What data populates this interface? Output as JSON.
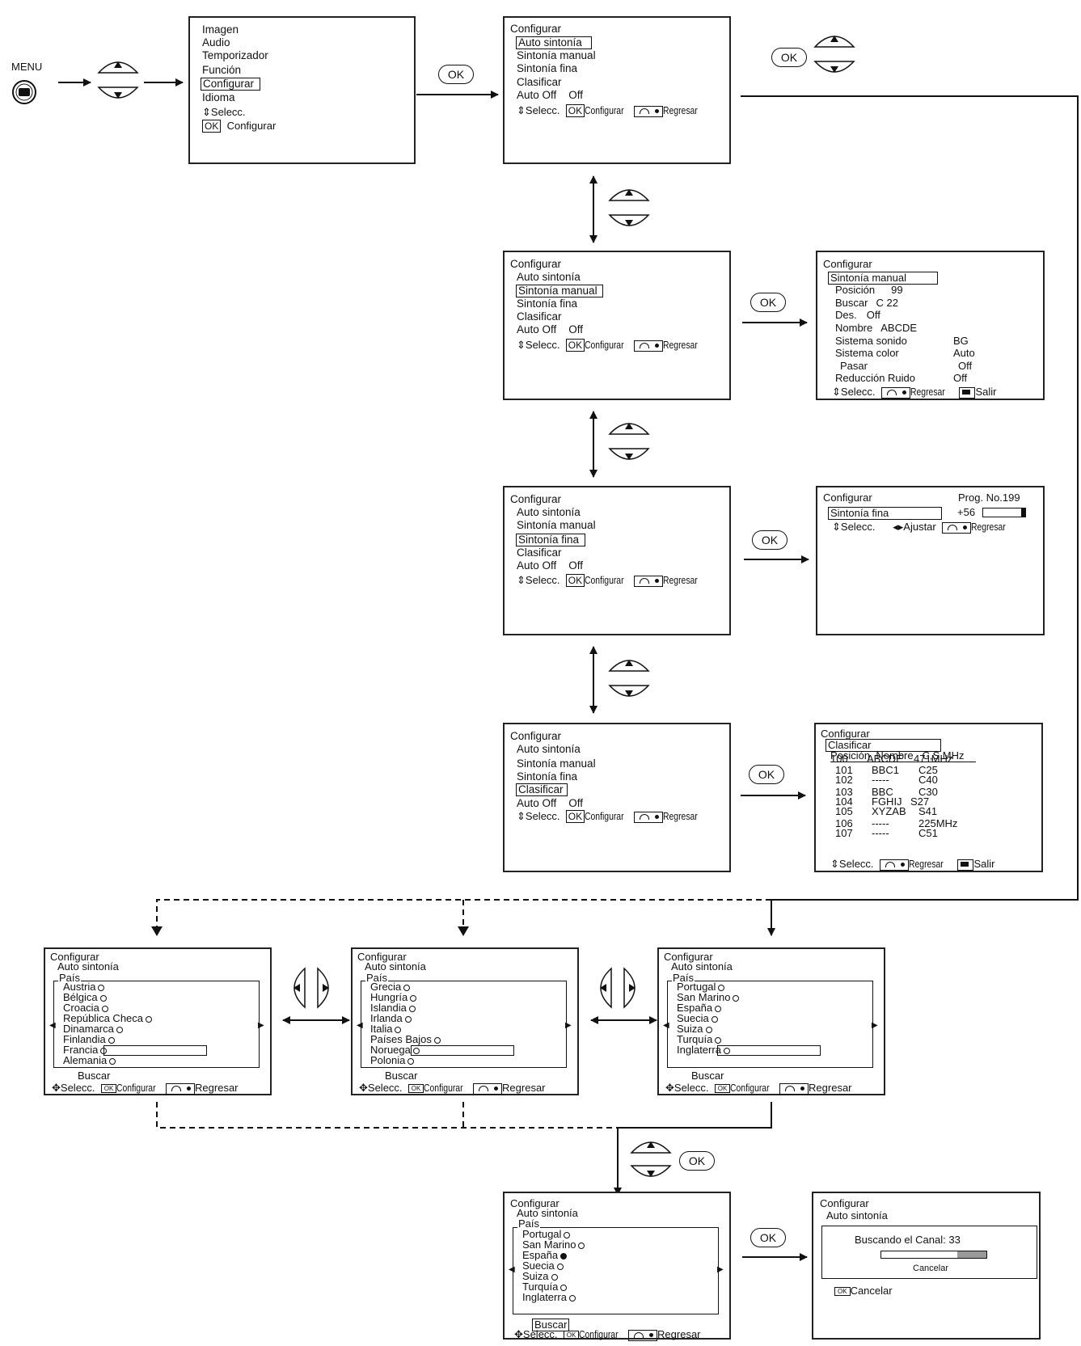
{
  "menu_label": "MENU",
  "ok_label": "OK",
  "common": {
    "configurar": "Configurar",
    "selecc": "Selecc.",
    "regresar": "Regresar",
    "salir": "Salir",
    "ajustar": "Ajustar",
    "buscar": "Buscar",
    "auto_sintonia": "Auto sintonía",
    "pais": "País"
  },
  "main_menu": {
    "items": [
      "Imagen",
      "Audio",
      "Temporizador",
      "Función",
      "Configurar",
      "Idioma"
    ],
    "selecc": "Selecc.",
    "ok_key": "OK",
    "ok_action": "Configurar"
  },
  "setup_menu": {
    "title": "Configurar",
    "items": [
      "Auto sintonía",
      "Sintonía manual",
      "Sintonía fina",
      "Clasificar"
    ],
    "auto_off_label": "Auto Off",
    "auto_off_value": "Off"
  },
  "manual_tuning": {
    "title": "Configurar",
    "header": "Sintonía manual",
    "rows": [
      {
        "label": "Posición",
        "value": "99"
      },
      {
        "label": "Buscar",
        "value": "C 22"
      },
      {
        "label": "Des.",
        "value": "Off"
      },
      {
        "label": "Nombre",
        "value": "ABCDE"
      },
      {
        "label": "Sistema sonido",
        "value": "BG"
      },
      {
        "label": "Sistema color",
        "value": "Auto"
      },
      {
        "label": "Pasar",
        "value": "Off"
      },
      {
        "label": "Reducción Ruido",
        "value": "Off"
      }
    ]
  },
  "fine_tuning": {
    "title": "Configurar",
    "prog": "Prog. No.199",
    "header": "Sintonía fina",
    "value": "+56"
  },
  "sort": {
    "title": "Configurar",
    "header": "Clasificar",
    "col_pos": "Posición",
    "col_name": "Nombre",
    "col_ch": "C,S,MHz",
    "rows": [
      {
        "pos": "100",
        "name": "ABCDE",
        "ch": "471MHz"
      },
      {
        "pos": "101",
        "name": "BBC1",
        "ch": "C25"
      },
      {
        "pos": "102",
        "name": "-----",
        "ch": "C40"
      },
      {
        "pos": "103",
        "name": "BBC",
        "ch": "C30"
      },
      {
        "pos": "104",
        "name": "FGHIJ",
        "ch": "S27"
      },
      {
        "pos": "105",
        "name": "XYZAB",
        "ch": "S41"
      },
      {
        "pos": "106",
        "name": "-----",
        "ch": "225MHz"
      },
      {
        "pos": "107",
        "name": "-----",
        "ch": "C51"
      }
    ]
  },
  "country_pages": [
    [
      "Austria",
      "Bélgica",
      "Croacia",
      "República Checa",
      "Dinamarca",
      "Finlandia",
      "Francia",
      "Alemania"
    ],
    [
      "Grecia",
      "Hungría",
      "Islandia",
      "Irlanda",
      "Italia",
      "Países Bajos",
      "Noruega",
      "Polonia"
    ],
    [
      "Portugal",
      "San Marino",
      "España",
      "Suecia",
      "Suiza",
      "Turquía",
      "Inglaterra"
    ]
  ],
  "search": {
    "title": "Configurar",
    "subtitle": "Auto sintonía",
    "message": "Buscando el Canal: 33",
    "progress": 0.28,
    "cancel_inner": "Cancelar",
    "cancel_key": "OK",
    "cancel_label": "Cancelar"
  }
}
